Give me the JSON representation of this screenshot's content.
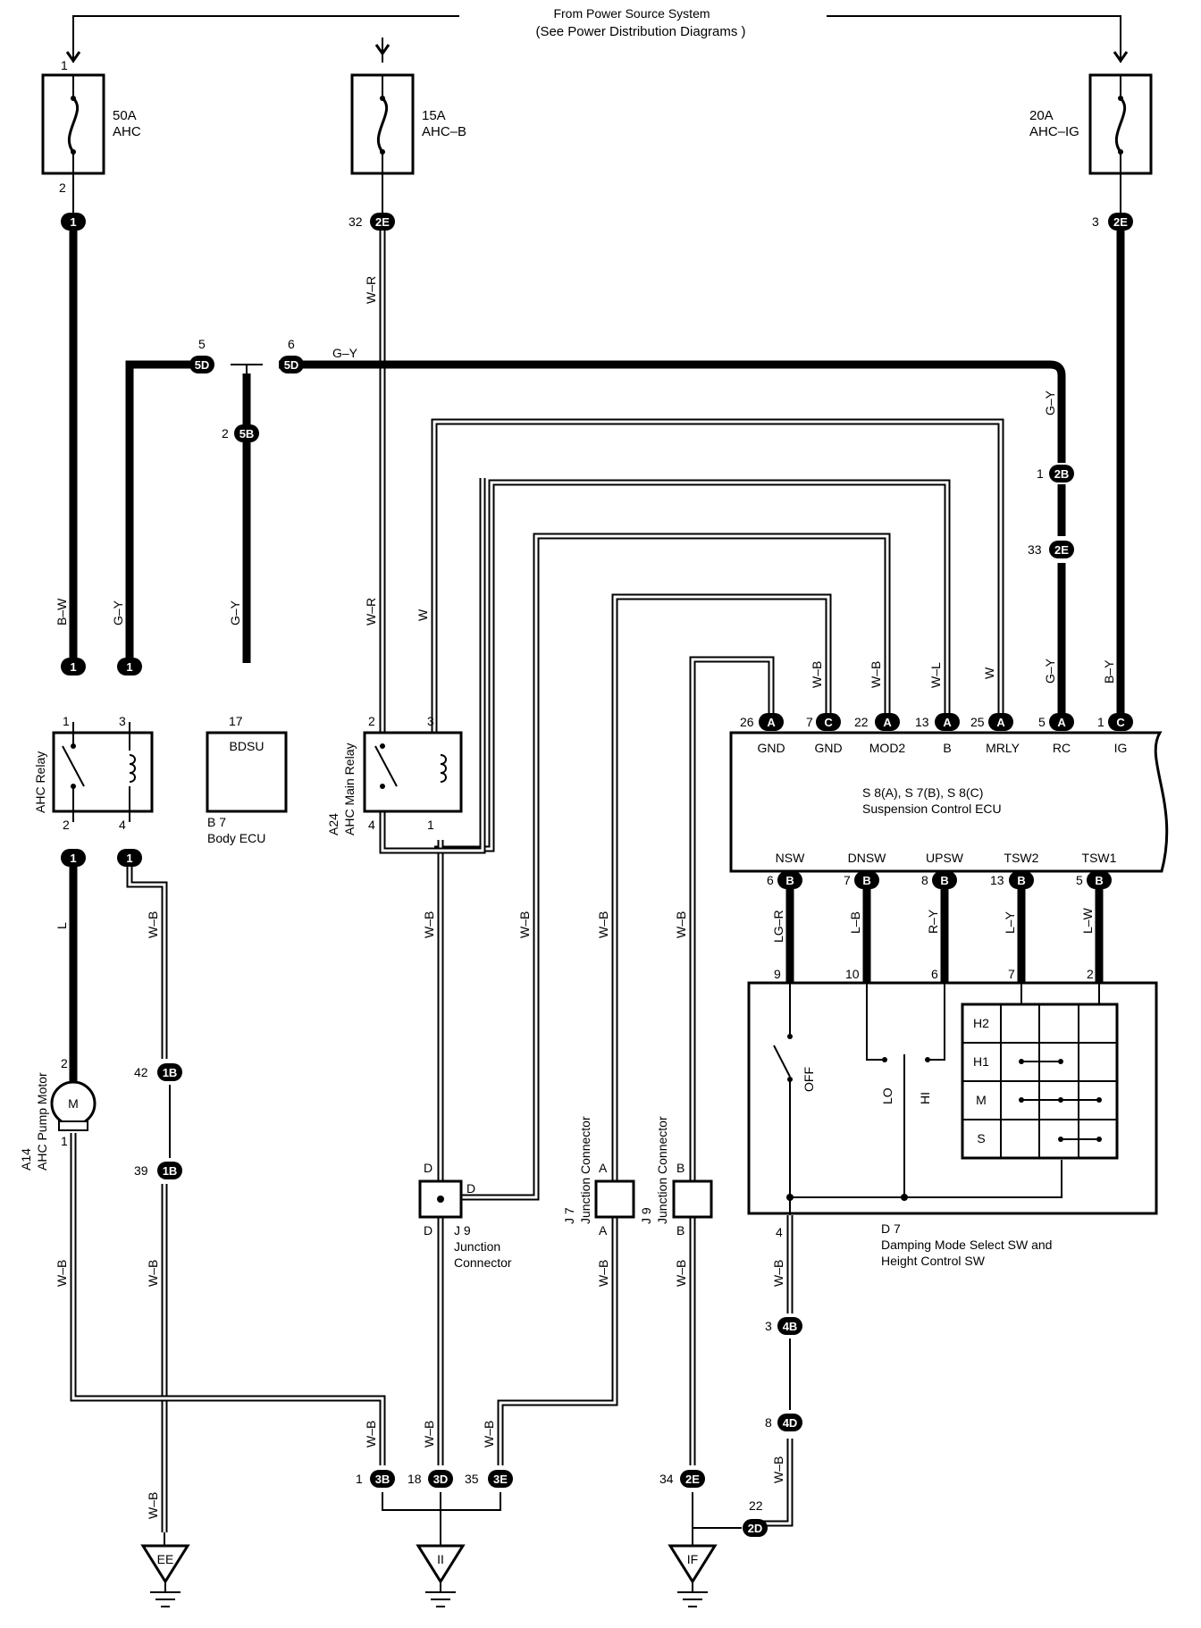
{
  "header": {
    "line1": "From Power Source System",
    "line2": "(See Power Distribution Diagrams )"
  },
  "fuses": [
    {
      "amps": "50A",
      "name": "AHC",
      "pin_top": "1",
      "pin_bottom": "2"
    },
    {
      "amps": "15A",
      "name": "AHC–B"
    },
    {
      "amps": "20A",
      "name": "AHC–IG"
    }
  ],
  "connectors": {
    "c1_top": "1",
    "c2E_a": "2E",
    "c2E_c": "2E",
    "c5D_l": "5D",
    "c5D_r": "5D",
    "c5B": "5B",
    "c2B": "2B",
    "c2E_m": "2E",
    "relay1_in_l": "1",
    "relay1_in_r": "1",
    "relay1_out_l": "1",
    "relay1_out_r": "1",
    "c1B_a": "1B",
    "c1B_b": "1B",
    "c4B": "4B",
    "c4D": "4D",
    "c3B": "3B",
    "c3D": "3D",
    "c3E": "3E",
    "c2E_b": "2E",
    "c2D": "2D",
    "ecuA": "A",
    "ecuC": "C",
    "ecuB": "B"
  },
  "pins": {
    "p32": "32",
    "p3": "3",
    "p5": "5",
    "p6": "6",
    "p2": "2",
    "p1": "1",
    "p33": "33",
    "r1_1": "1",
    "r1_3": "3",
    "r1_2": "2",
    "r1_4": "4",
    "b17": "17",
    "r2_2": "2",
    "r2_3": "3",
    "r2_4": "4",
    "r2_1": "1",
    "e26": "26",
    "e7": "7",
    "e22": "22",
    "e13": "13",
    "e25": "25",
    "e5": "5",
    "e1": "1",
    "b6": "6",
    "b7": "7",
    "b8": "8",
    "b13": "13",
    "b5": "5",
    "s9": "9",
    "s10": "10",
    "s6": "6",
    "s7": "7",
    "s2": "2",
    "s4": "4",
    "m2": "2",
    "m1": "1",
    "p42": "42",
    "p39": "39",
    "p3b": "3",
    "p8": "8",
    "g1": "1",
    "g18": "18",
    "g35": "35",
    "g34": "34",
    "g22": "22"
  },
  "wires": {
    "wr1": "W–R",
    "wr2": "W–R",
    "gy_top": "G–Y",
    "gy_right": "G–Y",
    "gy_rc": "G–Y",
    "bw": "B–W",
    "gy_relay": "G–Y",
    "gy_body": "G–Y",
    "w": "W",
    "wb_e7": "W–B",
    "wb_e22": "W–B",
    "wl": "W–L",
    "w_e25": "W",
    "by": "B–Y",
    "l": "L",
    "wb_r4": "W–B",
    "wb_j1": "W–B",
    "wb_j2": "W–B",
    "wb_j3": "W–B",
    "wb_j4": "W–B",
    "lgr": "LG–R",
    "lb": "L–B",
    "ry": "R–Y",
    "ly": "L–Y",
    "lw": "L–W",
    "wb_m": "W–B",
    "wb_1b": "W–B",
    "wb_ja": "W–B",
    "wb_jb": "W–B",
    "wb_sw": "W–B",
    "wb_3b": "W–B",
    "wb_3d": "W–B",
    "wb_3e": "W–B",
    "wb_ee": "W–B",
    "wb_4d": "W–B"
  },
  "components": {
    "ahc_relay": "AHC Relay",
    "body_ecu_box": "BDSU",
    "body_ecu_code": "B 7",
    "body_ecu_name": "Body ECU",
    "main_relay_code": "A24",
    "main_relay_name": "AHC Main Relay",
    "ecu_codes": "S 8(A), S 7(B), S 8(C)",
    "ecu_name": "Suspension Control ECU",
    "pump_code": "A14",
    "pump_name": "AHC Pump Motor",
    "motor": "M",
    "j9a_code": "J 9",
    "j9a_name1": "Junction",
    "j9a_name2": "Connector",
    "j7_code": "J 7",
    "j7_name": "Junction Connector",
    "j9b_code": "J 9",
    "j9b_name": "Junction Connector",
    "sw_code": "D 7",
    "sw_name1": "Damping Mode Select SW and",
    "sw_name2": "Height Control SW"
  },
  "ecu_top_pins": [
    "GND",
    "GND",
    "MOD2",
    "B",
    "MRLY",
    "RC",
    "IG"
  ],
  "ecu_bottom_pins": [
    "NSW",
    "DNSW",
    "UPSW",
    "TSW2",
    "TSW1"
  ],
  "junction_pins": {
    "d_top": "D",
    "d_right": "D",
    "d_bottom": "D",
    "a_top": "A",
    "a_bottom": "A",
    "b_top": "B",
    "b_bottom": "B"
  },
  "switch": {
    "off": "OFF",
    "lo": "LO",
    "hi": "HI",
    "rows": [
      "H2",
      "H1",
      "M",
      "S"
    ]
  },
  "grounds": [
    "EE",
    "II",
    "IF"
  ]
}
